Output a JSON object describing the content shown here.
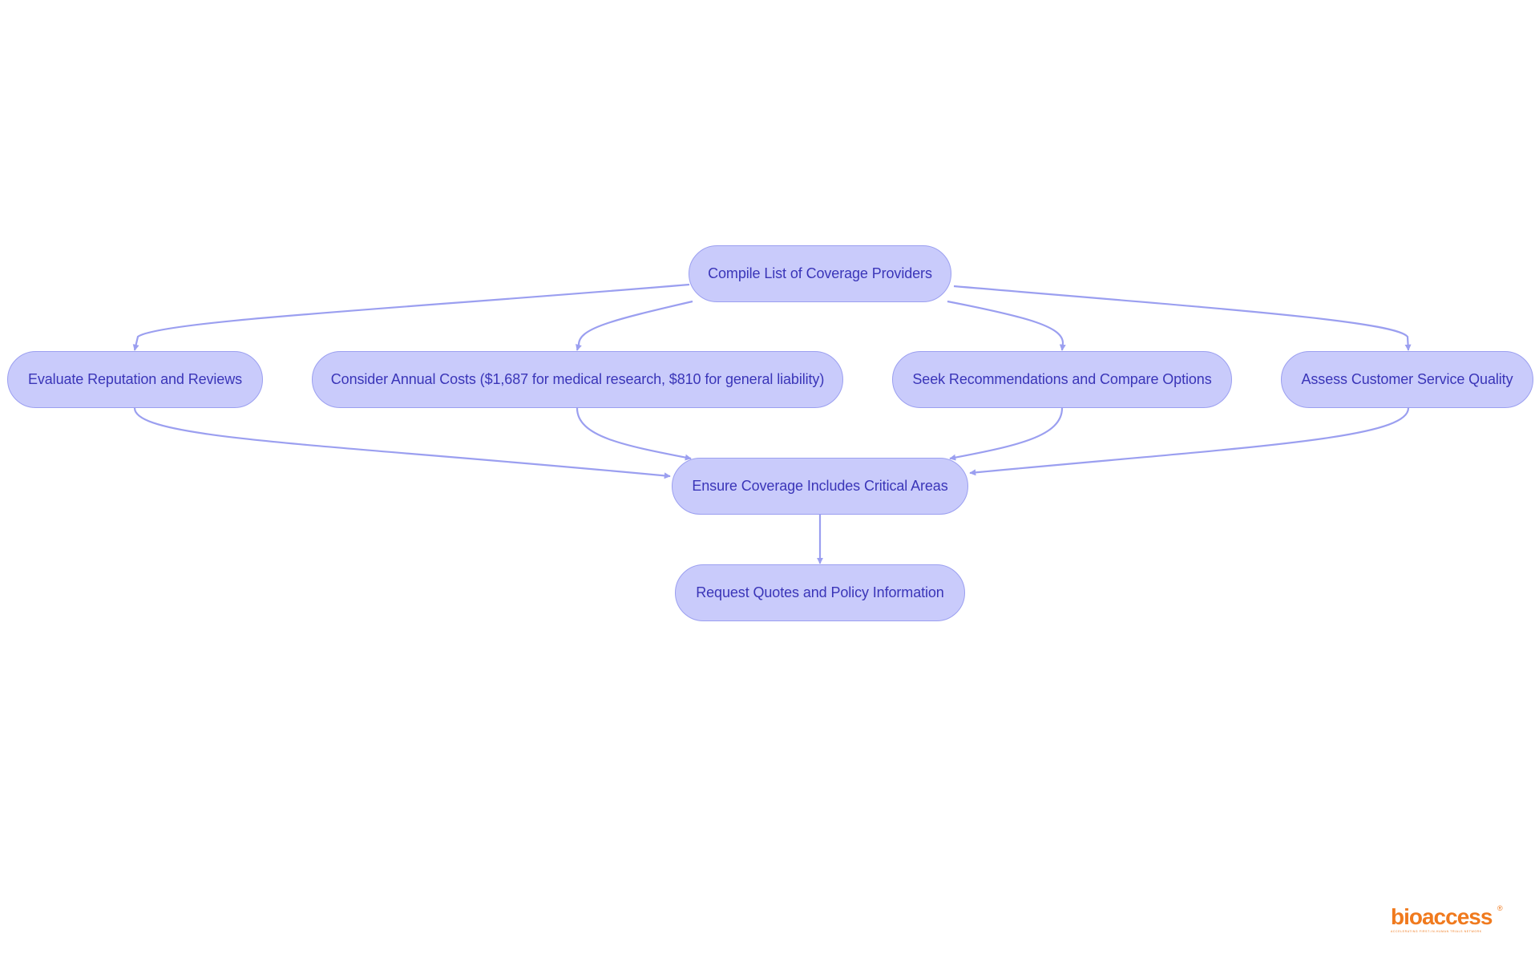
{
  "nodes": {
    "compile": "Compile List of Coverage Providers",
    "evaluate": "Evaluate Reputation and Reviews",
    "costs": "Consider Annual Costs ($1,687 for medical research, $810 for general liability)",
    "seek": "Seek Recommendations and Compare Options",
    "assess": "Assess Customer Service Quality",
    "ensure": "Ensure Coverage Includes Critical Areas",
    "request": "Request Quotes and Policy Information"
  },
  "logo": {
    "name": "bioaccess",
    "registered": "®",
    "tagline": "ACCELERATING FIRST-IN-HUMAN TRIALS NETWORK"
  },
  "colors": {
    "node_fill": "#c9cbfb",
    "node_border": "#9b9ff0",
    "node_text": "#3a35b8",
    "edge": "#9b9ff0",
    "brand": "#f07a1e"
  }
}
